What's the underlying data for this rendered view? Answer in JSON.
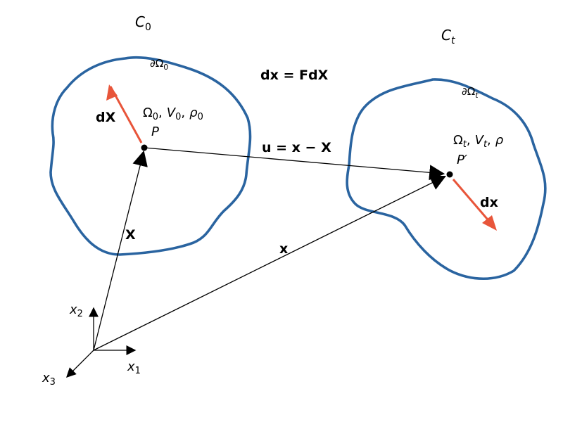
{
  "colors": {
    "boundary": "#2a64a0",
    "displacement_arrow": "#e8553a",
    "vector": "#000000"
  },
  "reference_config": {
    "label_main": "C",
    "label_sub": "0",
    "boundary_label": {
      "main": "∂Ω",
      "sub": "0"
    },
    "region_props": [
      {
        "main": "Ω",
        "sub": "0"
      },
      {
        "main": "V",
        "sub": "0"
      },
      {
        "main": "ρ",
        "sub": "0"
      }
    ],
    "point_label": "P",
    "line_element": {
      "d": "d",
      "v": "X"
    }
  },
  "current_config": {
    "label_main": "C",
    "label_sub": "t",
    "boundary_label": {
      "main": "∂Ω",
      "sub": "t"
    },
    "region_props": [
      {
        "main": "Ω",
        "sub": "t"
      },
      {
        "main": "V",
        "sub": "t"
      },
      {
        "main": "ρ",
        "sub": ""
      }
    ],
    "point_label": "P′",
    "line_element": {
      "d": "d",
      "v": "x"
    }
  },
  "equations": {
    "deformation_gradient": "dx = FdX",
    "displacement": "u = x − X"
  },
  "position_vectors": {
    "reference": "X",
    "current": "x"
  },
  "axes": {
    "x1": {
      "main": "x",
      "sub": "1"
    },
    "x2": {
      "main": "x",
      "sub": "2"
    },
    "x3": {
      "main": "x",
      "sub": "3"
    }
  },
  "separator": ","
}
